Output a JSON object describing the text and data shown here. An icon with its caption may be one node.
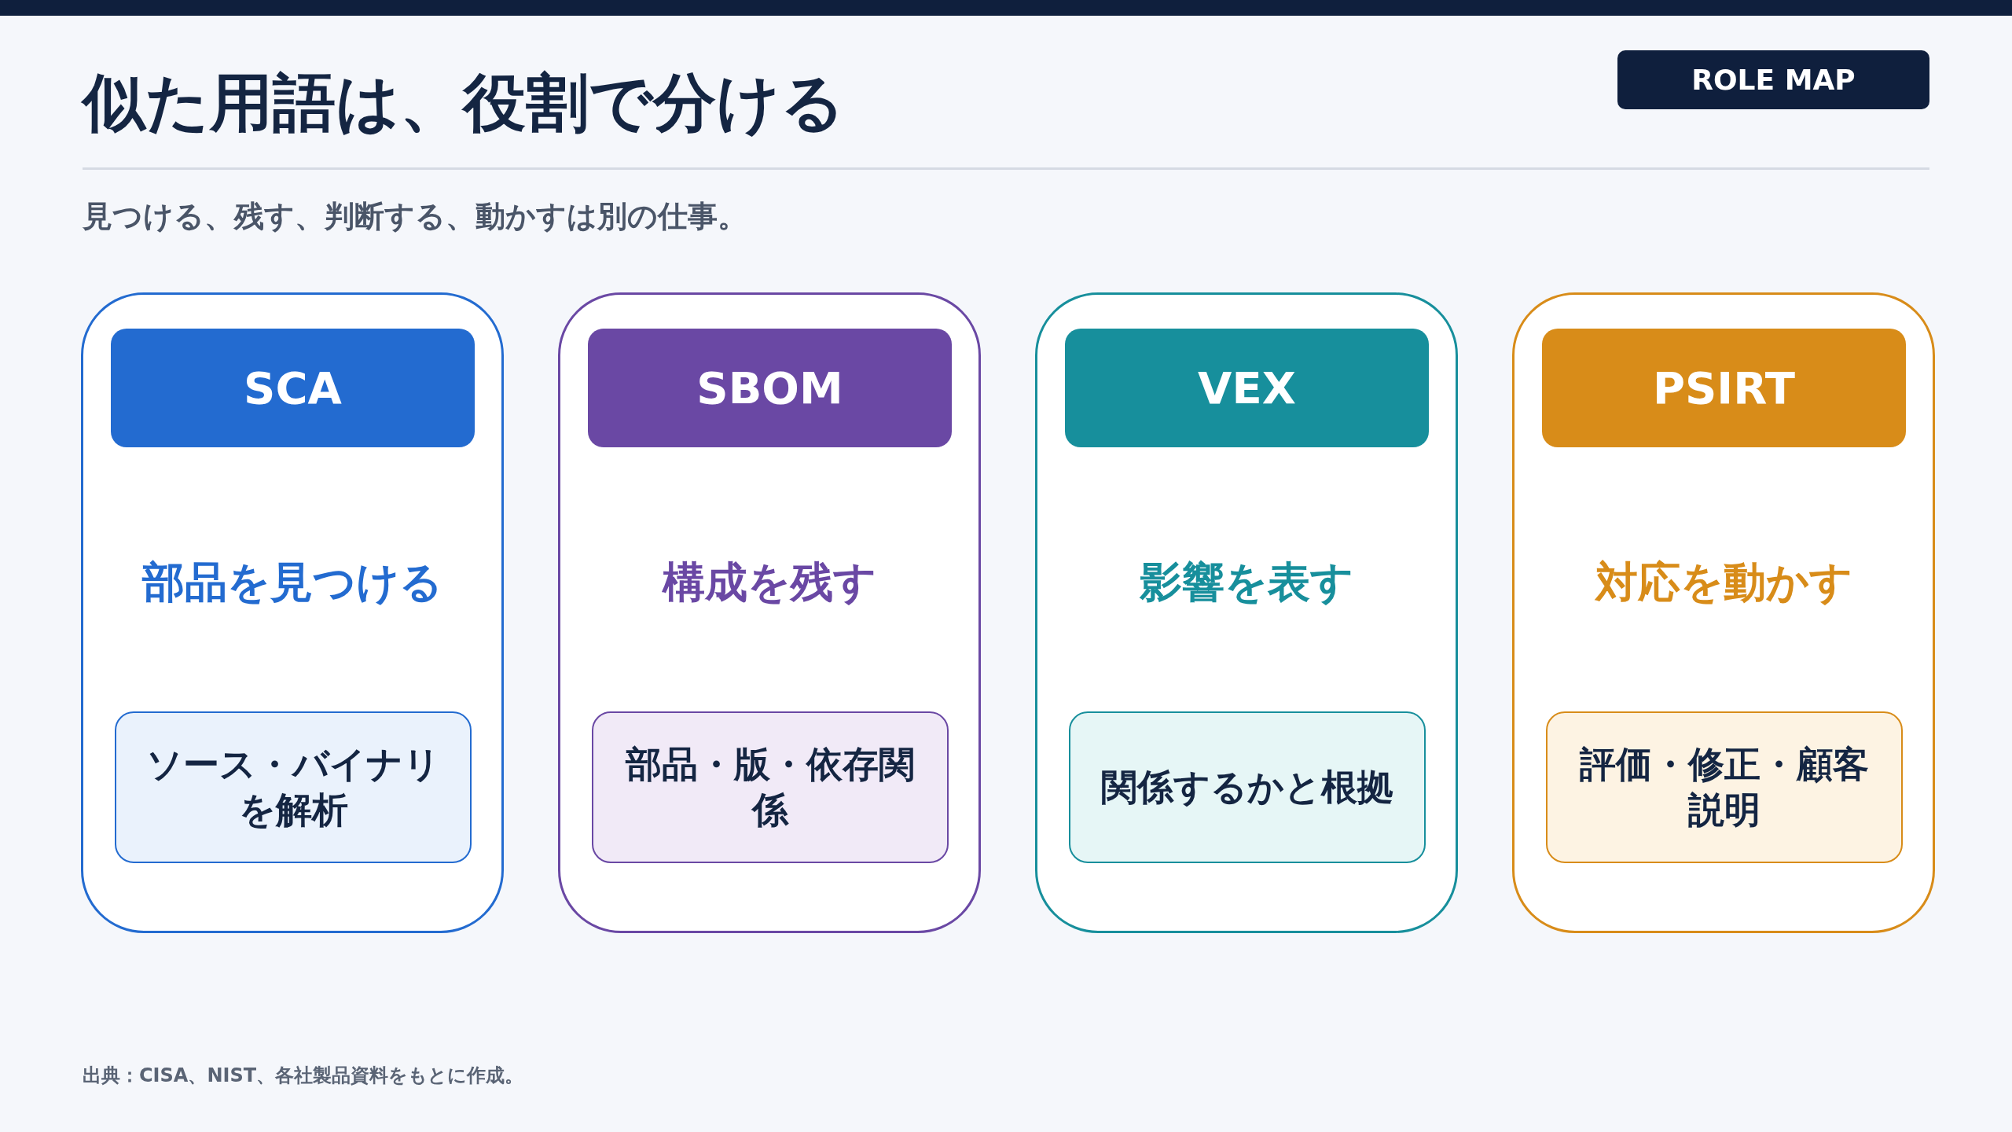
{
  "diagram": {
    "title": "似た用語は、役割で分ける",
    "nodes": [
      {
        "text": [
          "部品を見つける"
        ]
      },
      {
        "text": [
          "SCA"
        ],
        "in": 0
      },
      {
        "text": [
          "ソース・バイナリを解析"
        ],
        "in": 0
      },
      {
        "text": [
          "構成を残す"
        ]
      },
      {
        "text": [
          "SBOM"
        ],
        "in": 3
      },
      {
        "text": [
          "部品・版・依存関係"
        ],
        "in": 3
      },
      {
        "text": [
          "影響を表す"
        ]
      },
      {
        "text": [
          "VEX"
        ],
        "in": 6
      },
      {
        "text": [
          "関係するかと根拠"
        ],
        "in": 6
      },
      {
        "text": [
          "対応を動かす"
        ]
      },
      {
        "text": [
          "PSIRT"
        ],
        "in": 9
      },
      {
        "text": [
          "評価・修正・顧客説明"
        ],
        "in": 9
      }
    ],
    "labels": [
      "ROLE MAP",
      "見つける、残す、判断する、動かすは別の仕事。",
      "出典：CISA、NIST、各社製品資料をもとに作成。"
    ]
  }
}
